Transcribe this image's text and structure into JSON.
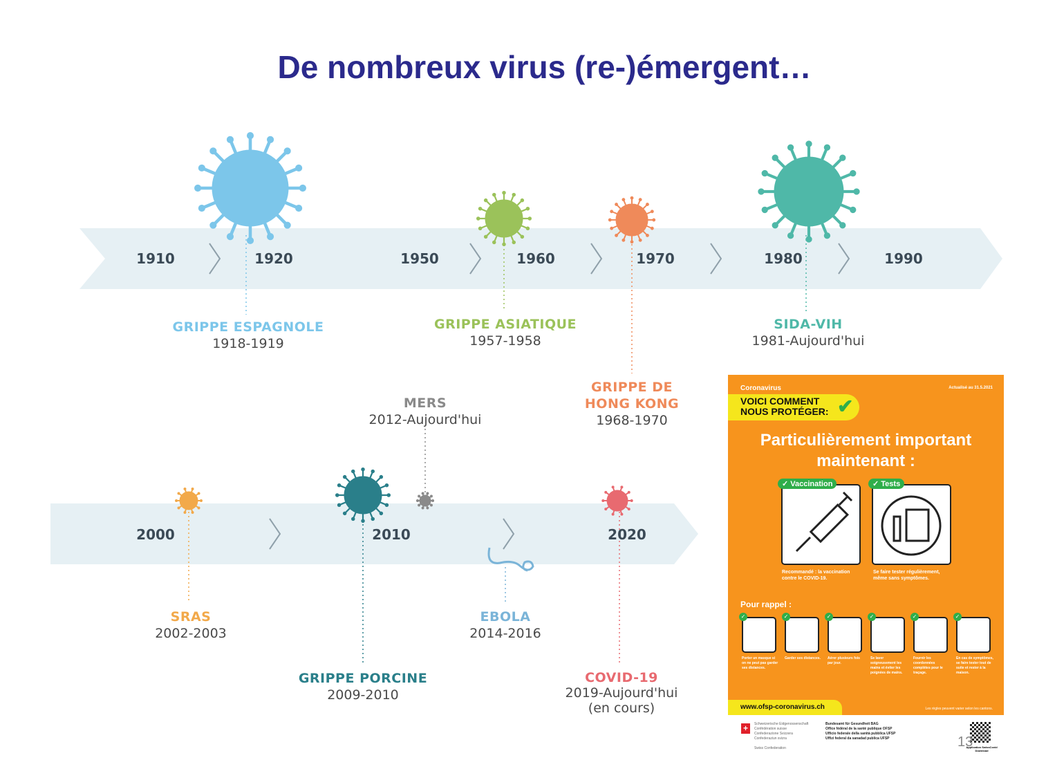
{
  "title": "De nombreux virus (re-)émergent…",
  "timeline_top": {
    "years": [
      "1910",
      "1920",
      "1950",
      "1960",
      "1970",
      "1980",
      "1990"
    ],
    "events": [
      {
        "name": "GRIPPE ESPAGNOLE",
        "dates": "1918-1919",
        "color": "#7cc6ea"
      },
      {
        "name": "GRIPPE ASIATIQUE",
        "dates": "1957-1958",
        "color": "#9bc25a"
      },
      {
        "name": "GRIPPE DE HONG KONG",
        "dates": "1968-1970",
        "color": "#ef8a5a"
      },
      {
        "name": "SIDA-VIH",
        "dates": "1981-Aujourd'hui",
        "color": "#4fb8a8"
      }
    ]
  },
  "timeline_bottom": {
    "years": [
      "2000",
      "2010",
      "2020"
    ],
    "events": [
      {
        "name": "MERS",
        "dates": "2012-Aujourd'hui",
        "color": "#8a8a8a"
      },
      {
        "name": "SRAS",
        "dates": "2002-2003",
        "color": "#f2a94a"
      },
      {
        "name": "GRIPPE PORCINE",
        "dates": "2009-2010",
        "color": "#2a7f8a"
      },
      {
        "name": "EBOLA",
        "dates": "2014-2016",
        "color": "#7ab4d8"
      },
      {
        "name": "COVID-19",
        "dates": "2019-Aujourd'hui",
        "note": "(en cours)",
        "color": "#e86a70"
      }
    ]
  },
  "band_color": "#e6f0f4",
  "poster": {
    "kicker": "Coronavirus",
    "updated": "Actualisé au 31.5.2021",
    "banner": [
      "VOICI COMMENT",
      "NOUS PROTÉGER:"
    ],
    "headline": [
      "Particulièrement important",
      "maintenant :"
    ],
    "cards": [
      {
        "tag": "Vaccination",
        "caption": "Recommandé : la vaccination contre le COVID-19."
      },
      {
        "tag": "Tests",
        "caption": "Se faire tester régulièrement, même sans symptômes."
      }
    ],
    "reminder": "Pour rappel :",
    "rules": [
      "Porter un masque si on ne peut pas garder ses distances.",
      "Garder ses distances.",
      "Aérer plusieurs fois par jour.",
      "Se laver soigneusement les mains et éviter les poignées de mains.",
      "Fournir les coordonnées complètes pour le traçage.",
      "En cas de symptômes, se faire tester tout de suite et rester à la maison."
    ],
    "url": "www.ofsp-coronavirus.ch",
    "cantons": "Les règles peuvent varier selon les cantons.",
    "colors": {
      "orange": "#f7941d",
      "yellow": "#f5e61c",
      "green": "#2fae4a"
    }
  },
  "footer": {
    "confed": [
      "Schweizerische Eidgenossenschaft",
      "Confédération suisse",
      "Confederazione Svizzera",
      "Confederaziun svizra",
      "Swiss Confederation"
    ],
    "office": [
      "Bundesamt für Gesundheit BAG",
      "Office fédéral de la santé publique OFSP",
      "Ufficio federale della sanità pubblica UFSP",
      "Uffizi federal da sanadad publica UFSP"
    ],
    "app": "Application SwissCovid Download",
    "page_number": "13"
  }
}
